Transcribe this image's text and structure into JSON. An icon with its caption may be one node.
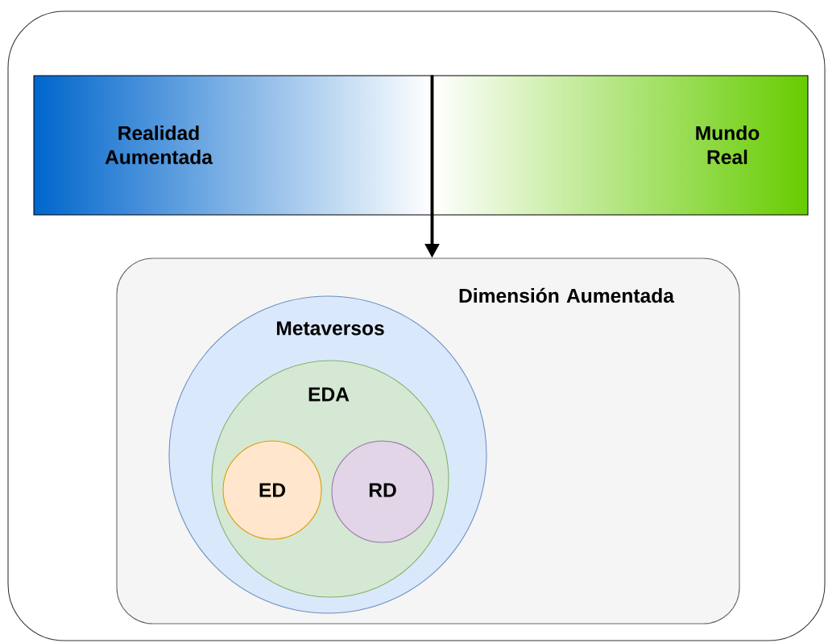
{
  "diagram": {
    "nodes": [
      {
        "text": [],
        "shape": "box"
      },
      {
        "text": [
          "Realidad Aumentada"
        ],
        "in": 0
      },
      {
        "text": [
          "Mundo Real"
        ],
        "in": 0
      },
      {
        "text": [
          "Dimensión Aumentada"
        ],
        "in": 0
      },
      {
        "text": [
          "Metaversos"
        ],
        "in": 3
      },
      {
        "text": [
          "EDA"
        ],
        "in": 4
      },
      {
        "text": [
          "ED"
        ],
        "in": 5
      },
      {
        "text": [
          "RD"
        ],
        "in": 5
      }
    ],
    "edges": [
      {
        "from": 2,
        "to": 3,
        "arrow": "to"
      }
    ]
  }
}
